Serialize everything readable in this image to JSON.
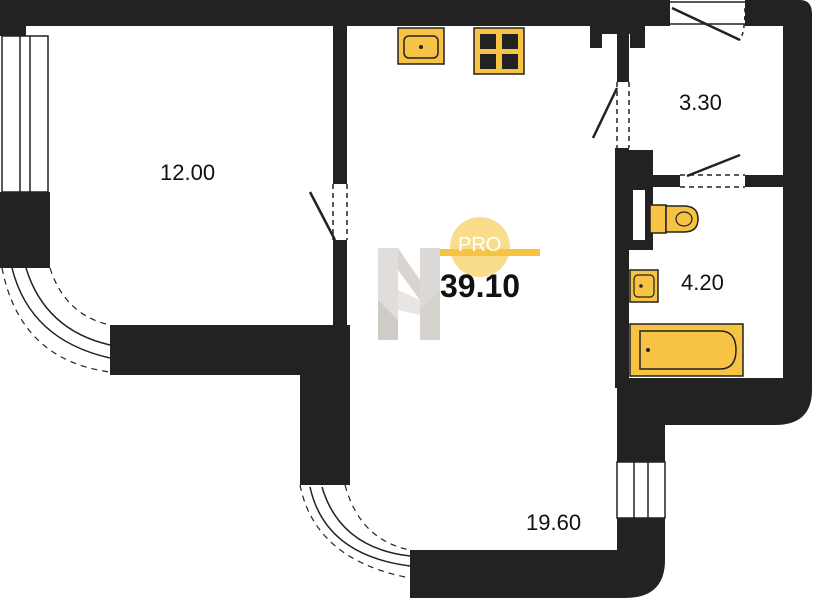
{
  "plan": {
    "total_area": "39.10",
    "rooms": [
      {
        "id": "room-bedroom",
        "area": "12.00"
      },
      {
        "id": "room-living-kitchen",
        "area": "19.60"
      },
      {
        "id": "room-hall",
        "area": "3.30"
      },
      {
        "id": "room-bathroom",
        "area": "4.20"
      }
    ]
  },
  "badge": {
    "text": "PRO"
  },
  "colors": {
    "wall": "#222222",
    "fixture": "#f6c344",
    "badge": "#f9d778",
    "logo": "#c8c2bd"
  },
  "icons": [
    "sink-icon",
    "stove-icon",
    "toilet-icon",
    "washbasin-icon",
    "bathtub-icon",
    "logo-icon"
  ]
}
